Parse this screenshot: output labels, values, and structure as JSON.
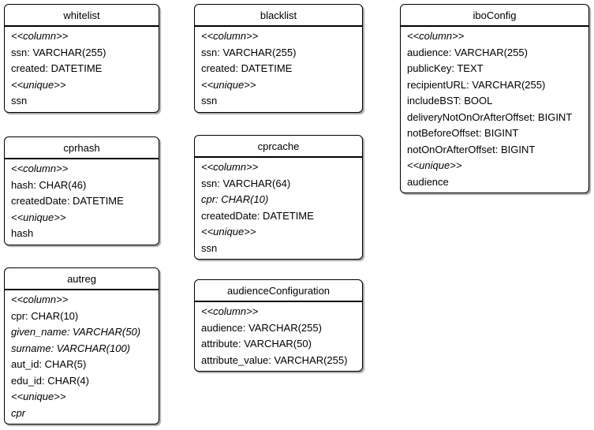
{
  "colors": {
    "background": "#ffffff",
    "border": "#000000",
    "text": "#000000"
  },
  "tables": {
    "whitelist": {
      "title": "whitelist",
      "rows": [
        "<<column>>",
        "ssn: VARCHAR(255)",
        "created: DATETIME",
        "<<unique>>",
        "ssn"
      ]
    },
    "blacklist": {
      "title": "blacklist",
      "rows": [
        "<<column>>",
        "ssn: VARCHAR(255)",
        "created: DATETIME",
        "<<unique>>",
        "ssn"
      ]
    },
    "iboConfig": {
      "title": "iboConfig",
      "rows": [
        "<<column>>",
        "audience: VARCHAR(255)",
        "publicKey: TEXT",
        "recipientURL: VARCHAR(255)",
        "includeBST: BOOL",
        "deliveryNotOnOrAfterOffset: BIGINT",
        "notBeforeOffset: BIGINT",
        "notOnOrAfterOffset: BIGINT",
        "<<unique>>",
        "audience"
      ]
    },
    "cprhash": {
      "title": "cprhash",
      "rows": [
        "<<column>>",
        "hash: CHAR(46)",
        "createdDate: DATETIME",
        "<<unique>>",
        "hash"
      ]
    },
    "cprcache": {
      "title": "cprcache",
      "rows": [
        "<<column>>",
        "ssn: VARCHAR(64)",
        "cpr: CHAR(10)",
        "createdDate: DATETIME",
        "<<unique>>",
        "ssn"
      ]
    },
    "autreg": {
      "title": "autreg",
      "rows": [
        "<<column>>",
        "cpr: CHAR(10)",
        "given_name: VARCHAR(50)",
        "surname: VARCHAR(100)",
        "aut_id: CHAR(5)",
        "edu_id: CHAR(4)",
        "<<unique>>",
        "cpr"
      ]
    },
    "audienceConfiguration": {
      "title": "audienceConfiguration",
      "rows": [
        "<<column>>",
        "audience: VARCHAR(255)",
        "attribute: VARCHAR(50)",
        "attribute_value: VARCHAR(255)"
      ]
    }
  }
}
